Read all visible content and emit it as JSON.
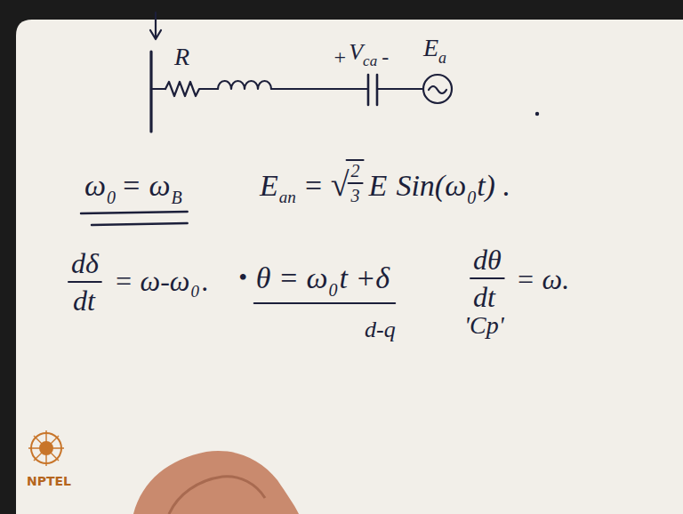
{
  "diagram": {
    "labels": [
      "R",
      "+",
      "V",
      "ca",
      "-",
      "E",
      "a",
      "ω",
      "0",
      "= ω",
      "B",
      "E",
      "an",
      "=",
      "√",
      "2",
      "3",
      "E",
      "Sin(ω",
      "0",
      "t) .",
      "dδ",
      "dt",
      "= ω-ω",
      "0",
      ".",
      "•",
      "θ = ω",
      "0",
      "t +δ",
      "dθ",
      "dt",
      "= ω.",
      "d-q",
      "'Cp'",
      "NPTEL"
    ]
  }
}
